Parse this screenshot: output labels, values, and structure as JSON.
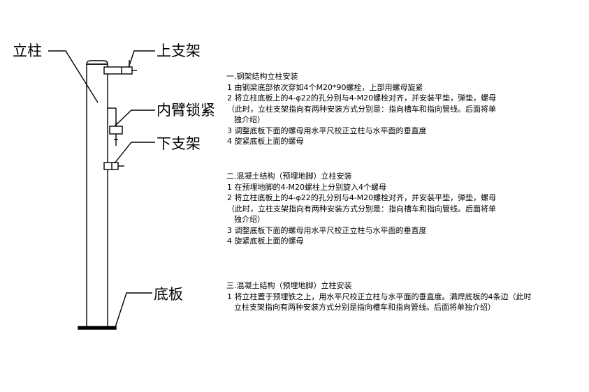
{
  "labels": {
    "column": "立柱",
    "upper_bracket": "上支架",
    "inner_arm_lock": "内臂锁紧",
    "lower_bracket": "下支架",
    "base_plate": "底板"
  },
  "sections": [
    {
      "title": "一.钢架结构立柱安装",
      "lines": [
        "1  由钢梁底部依次穿如4个M20*90螺栓，上部用螺母旋紧",
        "2  将立柱底板上的4-φ22的孔分别与4-M20螺栓对齐，并安装平垫，弹垫，螺母",
        "（此时，立柱支架指向有两种安装方式分别是：指向槽车和指向管线。后面将单",
        "独介绍）",
        "3  调整底板下面的螺母用水平尺校正立柱与水平面的垂直度",
        "4  旋紧底板上面的螺母"
      ]
    },
    {
      "title": "二.混凝土结构（预埋地脚）立柱安装",
      "lines": [
        "1  在预埋地脚的4-M20螺柱上分别旋入4个螺母",
        "2  将立柱底板上的4-φ22的孔分别与4-M20螺栓对齐，并安装平垫，弹垫，螺母",
        "（此时，立柱支架指向有两种安装方式分别是：指向槽车和指向管线。后面将单",
        "独介绍）",
        "3  调整底板下面的螺母用水平尺校正立柱与水平面的垂直度",
        "4  旋紧底板上面的螺母"
      ]
    },
    {
      "title": "三.混凝土结构（预埋地脚）立柱安装",
      "lines": [
        "1  将立柱置于预埋铁之上，用水平尺校正立柱与水平面的垂直度。满焊底板的4条边（此时",
        "立柱支架指向有两种安装方式分别是指向槽车和指向管线。后面将单独介绍）"
      ]
    }
  ]
}
